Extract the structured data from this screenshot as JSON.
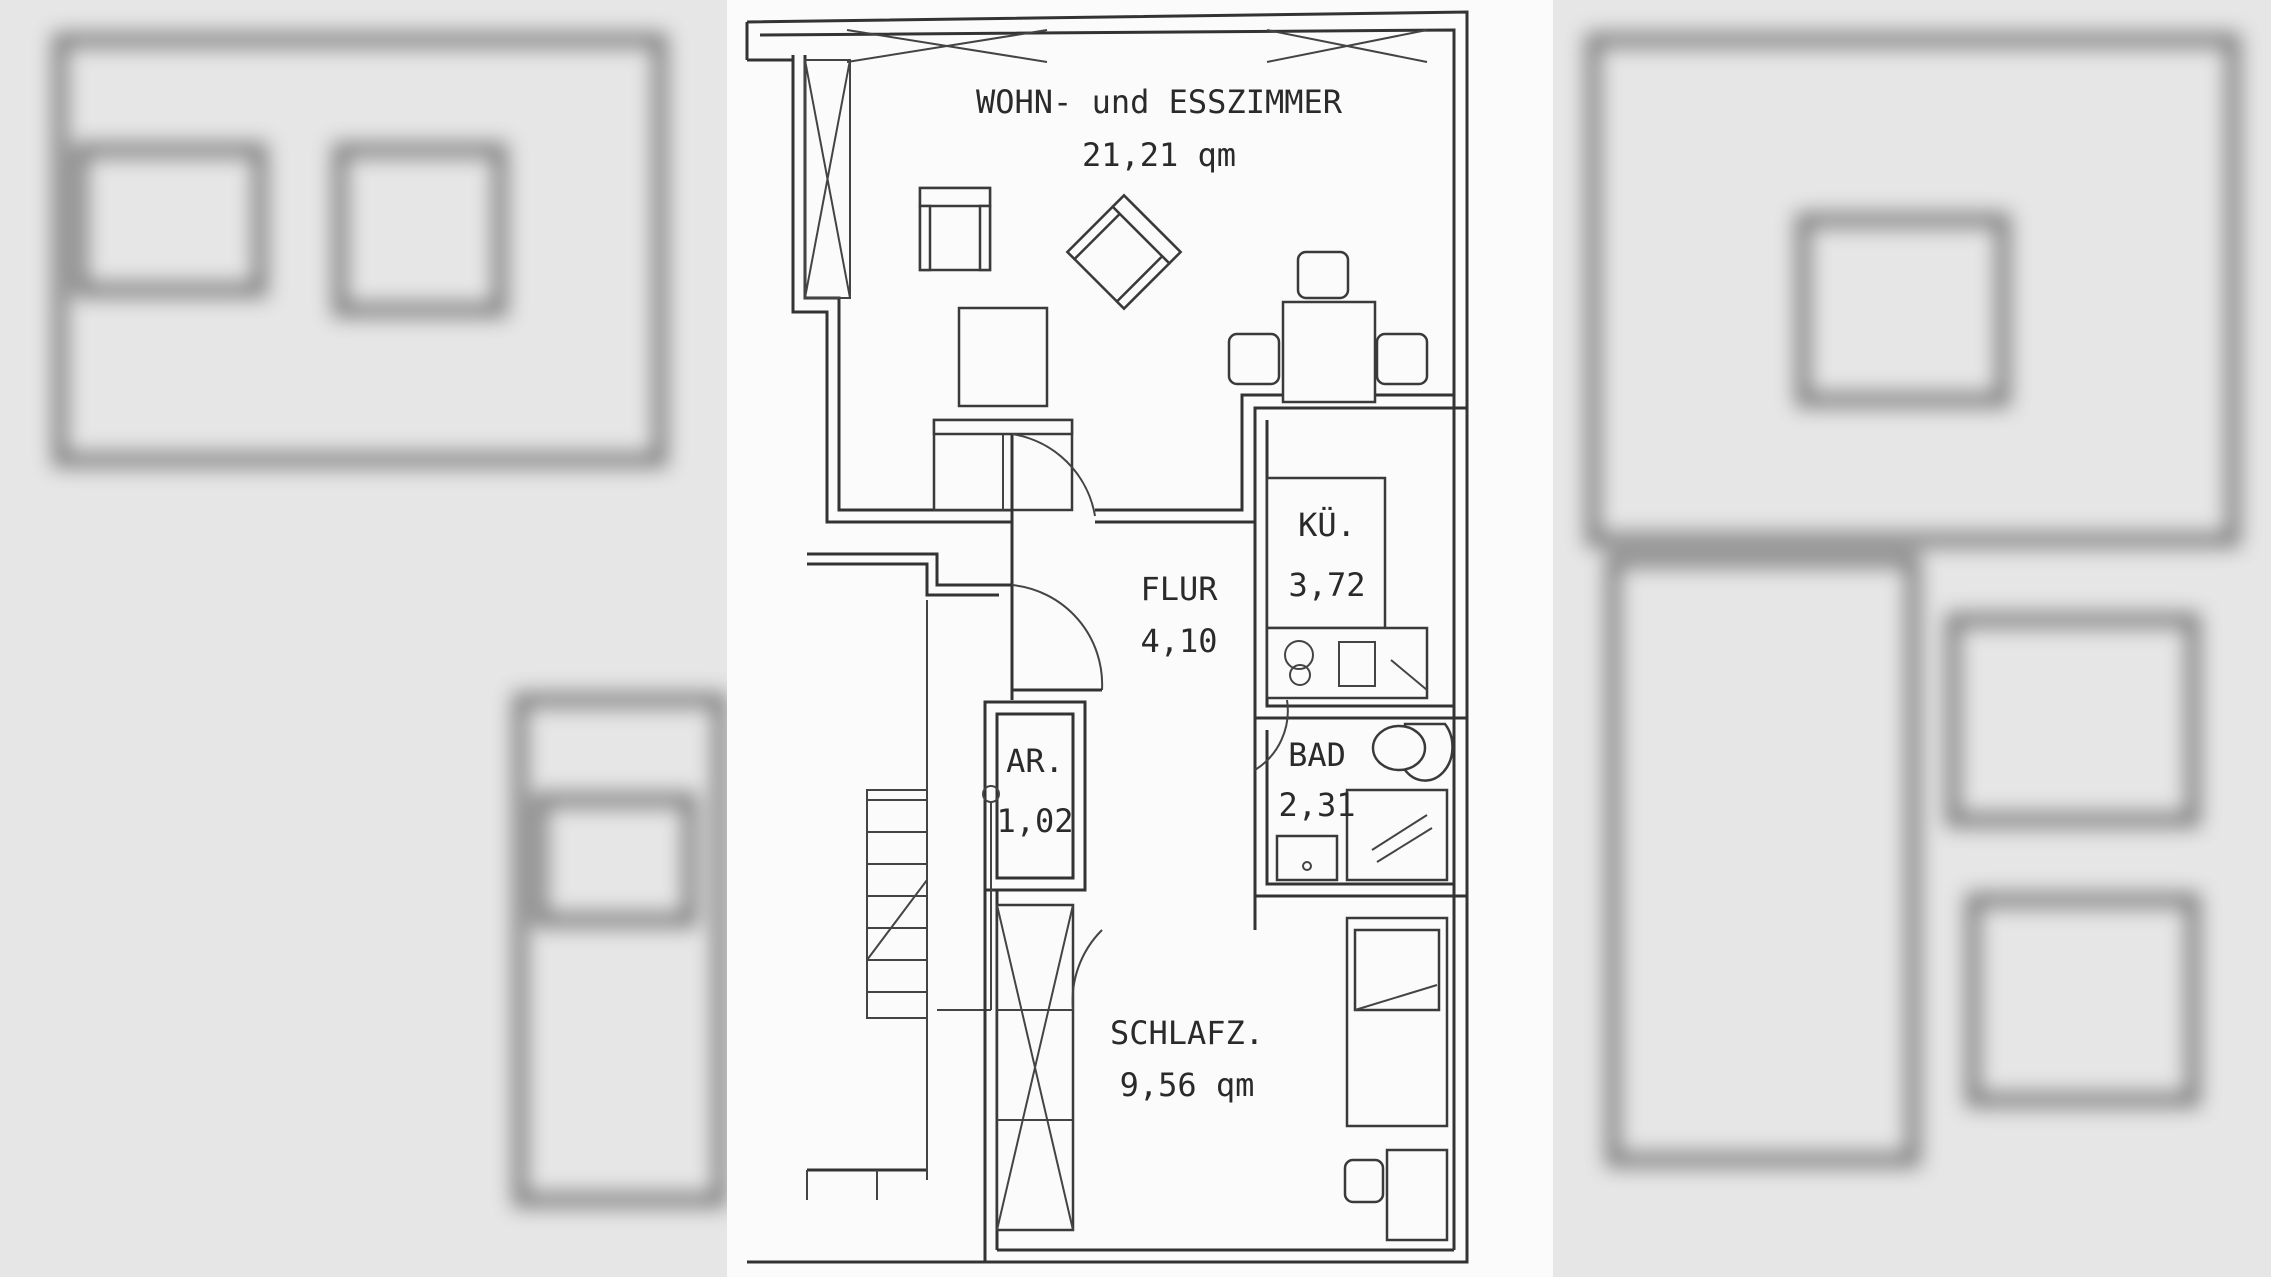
{
  "rooms": {
    "living": {
      "name": "WOHN- und ESSZIMMER",
      "area": "21,21 qm"
    },
    "kitchen": {
      "name": "KÜ.",
      "area": "3,72"
    },
    "hall": {
      "name": "FLUR",
      "area": "4,10"
    },
    "storage": {
      "name": "AR.",
      "area": "1,02"
    },
    "bath": {
      "name": "BAD",
      "area": "2,31"
    },
    "bedroom": {
      "name": "SCHLAFZ.",
      "area": "9,56 qm"
    }
  },
  "colors": {
    "background": "#ebebeb",
    "paper": "#fbfbfb",
    "line": "#333333"
  }
}
